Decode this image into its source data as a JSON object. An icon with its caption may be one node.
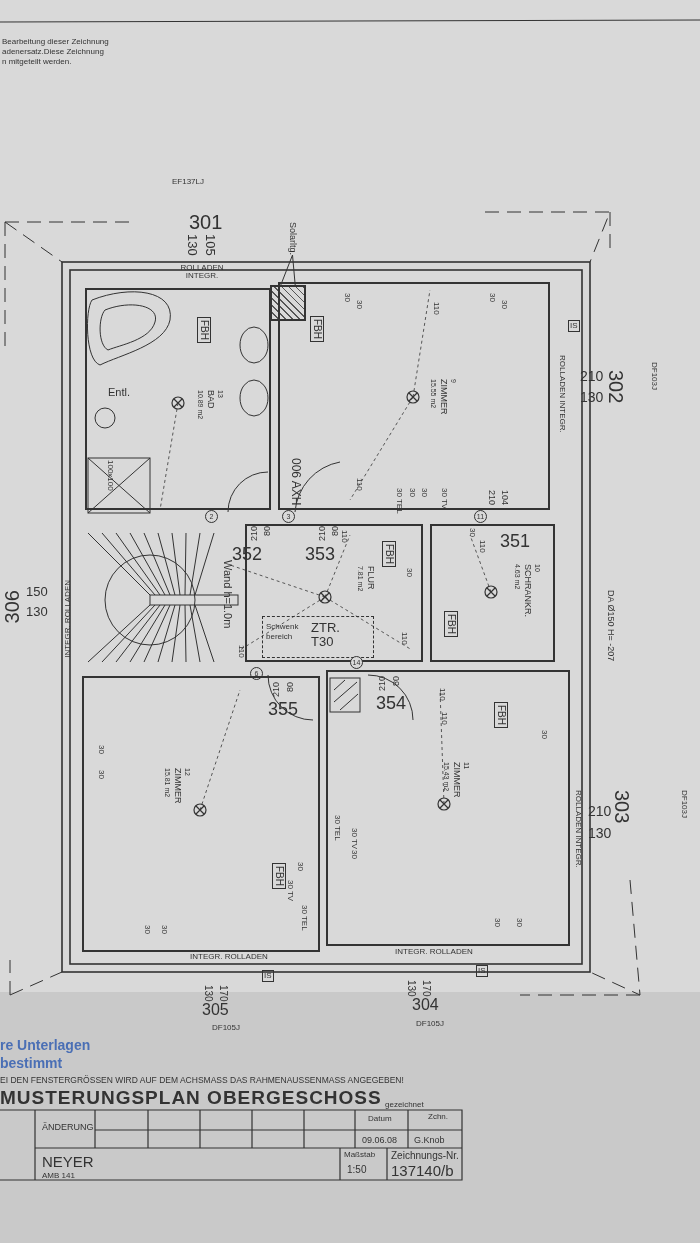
{
  "diagram": {
    "title": "MUSTERUNGSPLAN OBERGESCHOSS",
    "nodes": [
      {
        "text": [
          "Solarltg."
        ]
      },
      {
        "text": [],
        "shape": "box"
      },
      {
        "text": [
          "13",
          "BAD",
          "10.89 m2"
        ]
      },
      {
        "text": [
          "FBH"
        ],
        "in": 2
      },
      {
        "text": [
          "9",
          "ZIMMER",
          "15.55 m2"
        ]
      },
      {
        "text": [
          "FBH"
        ],
        "in": 4
      },
      {
        "text": [
          "2"
        ]
      },
      {
        "text": [
          "3"
        ]
      },
      {
        "text": [
          "11"
        ]
      },
      {
        "text": [
          "FLUR",
          "7.81 m2"
        ]
      },
      {
        "text": [
          "FBH"
        ],
        "in": 9
      },
      {
        "text": [
          "Schwenk bereich",
          "ZTR. T30"
        ],
        "in": 9
      },
      {
        "text": [
          "10",
          "SCHRANKR.",
          "4.63 m2"
        ]
      },
      {
        "text": [
          "FBH"
        ],
        "in": 12
      },
      {
        "text": [
          "6"
        ]
      },
      {
        "text": [
          "14"
        ]
      },
      {
        "text": [
          "12",
          "ZIMMER",
          "15.81 m2"
        ]
      },
      {
        "text": [
          "FBH"
        ],
        "in": 16
      },
      {
        "text": [
          "11",
          "ZIMMER",
          "15.43 m2"
        ]
      },
      {
        "text": [
          "FBH"
        ],
        "in": 18
      },
      {
        "text": [
          "IS"
        ]
      },
      {
        "text": [
          "IS"
        ]
      },
      {
        "text": [
          "IS"
        ]
      }
    ],
    "edges": [
      {
        "from": 0,
        "to": 1,
        "arrow": "none"
      }
    ],
    "labels": [
      "Bearbeitung dieser Zeichnung",
      "adenersatz.Diese Zeichnung",
      "n mitgeteilt werden.",
      "EF137LJ",
      "301",
      "130",
      "105",
      "ROLLADEN INTEGR.",
      "302",
      "210",
      "130",
      "DF103J",
      "ROLLADEN INTEGR.",
      "306",
      "150",
      "130",
      "INTEGR. ROLLADEN",
      "DA Ø150 H= -207",
      "303",
      "210",
      "130",
      "DF103J",
      "ROLLADEN INTEGR.",
      "INTEGR. ROLLADEN",
      "INTEGR. ROLLADEN",
      "130",
      "170",
      "305",
      "DF105J",
      "130",
      "170",
      "304",
      "DF105J",
      "re Unterlagen",
      "bestimmt",
      "EI DEN FENSTERGRÖSSEN WIRD AUF DEM ACHSMASS DAS RAHMENAUSSENMASS ANGEGEBEN!",
      "ÄNDERUNG",
      "Datum",
      "gezeichnet",
      "Zchn.",
      "09.06.08",
      "G.Knob",
      "NEYER",
      "AMB 141",
      "Maßstab",
      "1:50",
      "Zeichnungs-Nr.",
      "137140/b",
      "210",
      "80",
      "352",
      "210",
      "80",
      "353",
      "210",
      "104",
      "351",
      "210",
      "80",
      "355",
      "210",
      "80",
      "354",
      "006 AXH",
      "Wand h=1.0m",
      "Entl.",
      "100x100",
      "30",
      "30",
      "110",
      "30",
      "30",
      "110",
      "30 TEL",
      "30",
      "30",
      "30 TV",
      "110",
      "30",
      "110",
      "110",
      "30",
      "110",
      "30",
      "30",
      "30",
      "30",
      "30",
      "30 TV",
      "30 TEL",
      "30 TEL",
      "30 TV",
      "30",
      "30",
      "30",
      "110",
      "110",
      "30"
    ]
  }
}
